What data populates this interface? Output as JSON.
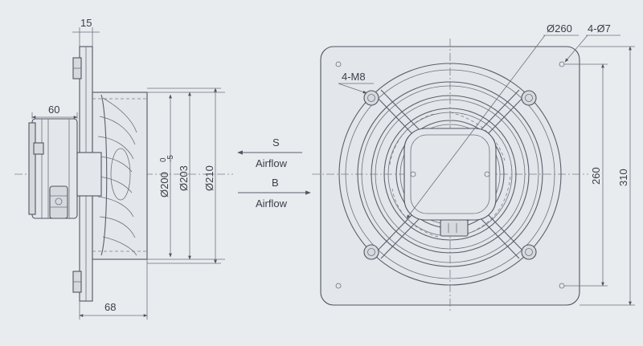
{
  "side_view": {
    "flange_thickness": "15",
    "motor_width": "60",
    "depth": "68",
    "dia_impeller": "Ø200",
    "dia_impeller_tol_upper": "0",
    "dia_impeller_tol_lower": "-5",
    "dia_venturi": "Ø203",
    "dia_housing": "Ø210"
  },
  "airflow": {
    "s_label": "S",
    "s_text": "Airflow",
    "b_label": "B",
    "b_text": "Airflow"
  },
  "front_view": {
    "dia_holes_circle": "Ø260",
    "mount_holes": "4-Ø7",
    "threaded_holes": "4-M8",
    "hole_spacing": "260",
    "plate_size": "310"
  }
}
